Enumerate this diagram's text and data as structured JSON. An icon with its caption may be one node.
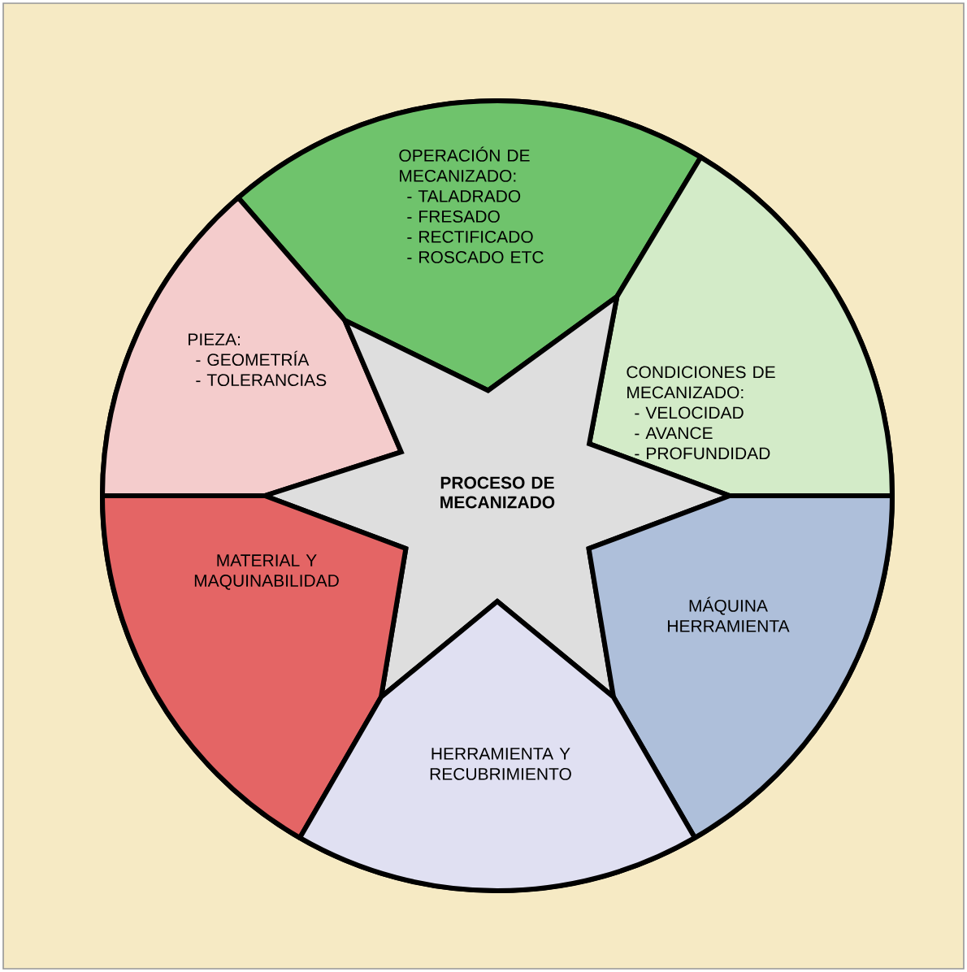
{
  "diagram": {
    "nodes": [
      {
        "text": [
          "OPERACIÓN DE MECANIZADO:",
          "- TALADRADO",
          "- FRESADO",
          "- RECTIFICADO",
          "- ROSCADO ETC"
        ]
      },
      {
        "text": [
          "PIEZA:",
          "- GEOMETRÍA",
          "- TOLERANCIAS"
        ]
      },
      {
        "text": [
          "CONDICIONES DE MECANIZADO:",
          "- VELOCIDAD",
          "- AVANCE",
          "- PROFUNDIDAD"
        ]
      },
      {
        "text": [
          "PROCESO DE MECANIZADO"
        ]
      },
      {
        "text": [
          "MATERIAL Y MAQUINABILIDAD"
        ]
      },
      {
        "text": [
          "MÁQUINA HERRAMIENTA"
        ]
      },
      {
        "text": [
          "HERRAMIENTA Y RECUBRIMIENTO"
        ]
      }
    ]
  }
}
